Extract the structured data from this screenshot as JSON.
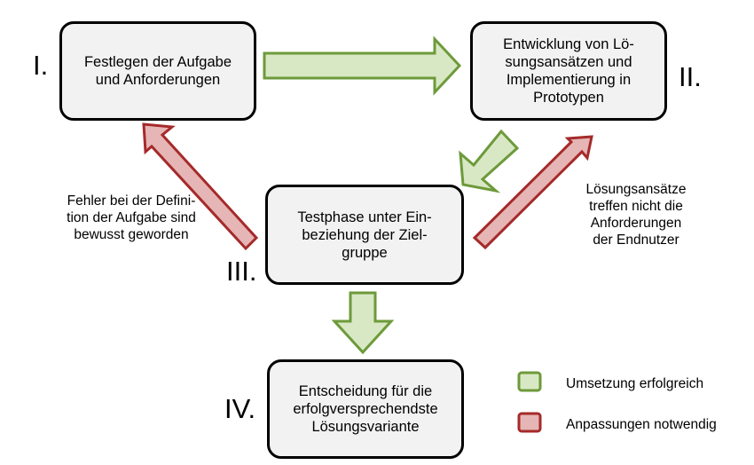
{
  "steps": [
    {
      "numeral": "I.",
      "text": "Festlegen der Aufgabe\nund Anforderungen"
    },
    {
      "numeral": "II.",
      "text": "Entwicklung von Lö-\nsungsansätzen und\nImplementierung in\nPrototypen"
    },
    {
      "numeral": "III.",
      "text": "Testphase unter Ein-\nbeziehung der Ziel-\ngruppe"
    },
    {
      "numeral": "IV.",
      "text": "Entscheidung für die\nerfolgversprechendste\nLösungsvariante"
    }
  ],
  "annotations": {
    "left": "Fehler bei der Defini-\ntion der Aufgabe sind\nbewusst geworden",
    "right": "Lösungsansätze\ntreffen nicht die\nAnforderungen\nder Endnutzer"
  },
  "legend": {
    "success": {
      "label": "Umsetzung erfolgreich",
      "fill": "#d9e8c4",
      "stroke": "#6d9a3a"
    },
    "adjust": {
      "label": "Anpassungen notwendig",
      "fill": "#e6b5b5",
      "stroke": "#a52a2a"
    }
  }
}
